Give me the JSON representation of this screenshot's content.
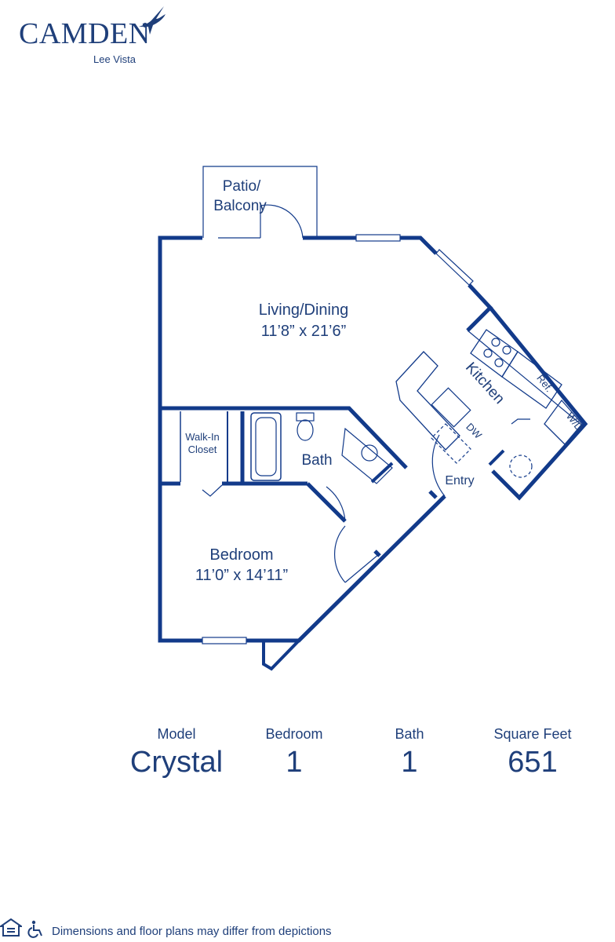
{
  "brand": {
    "name": "Camden",
    "community": "Lee Vista"
  },
  "floorplan": {
    "rooms": {
      "patio_line1": "Patio/",
      "patio_line2": "Balcony",
      "living_name": "Living/Dining",
      "living_dims": "11’8” x 21’6”",
      "kitchen": "Kitchen",
      "ref": "Ref.",
      "wd": "W/D",
      "dw": "DW",
      "closet_line1": "Walk-In",
      "closet_line2": "Closet",
      "bath": "Bath",
      "entry": "Entry",
      "bedroom_name": "Bedroom",
      "bedroom_dims": "11’0” x 14’11”"
    }
  },
  "details": {
    "model_label": "Model",
    "model_value": "Crystal",
    "bedroom_label": "Bedroom",
    "bedroom_value": "1",
    "bath_label": "Bath",
    "bath_value": "1",
    "sqft_label": "Square Feet",
    "sqft_value": "651"
  },
  "footer": {
    "disclaimer": "Dimensions and floor plans may differ from depictions"
  },
  "colors": {
    "brand_blue": "#1f3f7a",
    "wall_blue": "#123a8a"
  }
}
